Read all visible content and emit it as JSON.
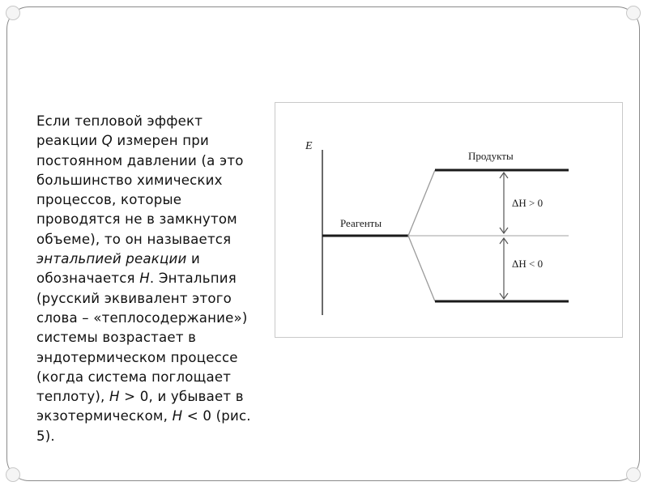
{
  "paragraph": {
    "p1": "Если тепловой эффект реакции ",
    "q": "Q",
    "p2": " измерен при постоянном давлении (а это большинство химических процессов, которые проводятся не в замкнутом объеме), то он называется ",
    "enthalpy_term": "энтальпией реакции",
    "p3": " и обозначается ",
    "h1": "H",
    "p4": ". Энтальпия (русский эквивалент этого слова – «теплосодержание») системы возрастает в эндотермическом процессе (когда система поглощает теплоту), ",
    "h2": "H",
    "p5": " > 0, и убывает в экзотермическом, ",
    "h3": "H",
    "p6": " < 0 (рис. 5)."
  },
  "diagram": {
    "axis_label": "E",
    "reagents_label": "Реагенты",
    "products_label": "Продукты",
    "dh_positive_label": "ΔH > 0",
    "dh_negative_label": "ΔH < 0"
  }
}
